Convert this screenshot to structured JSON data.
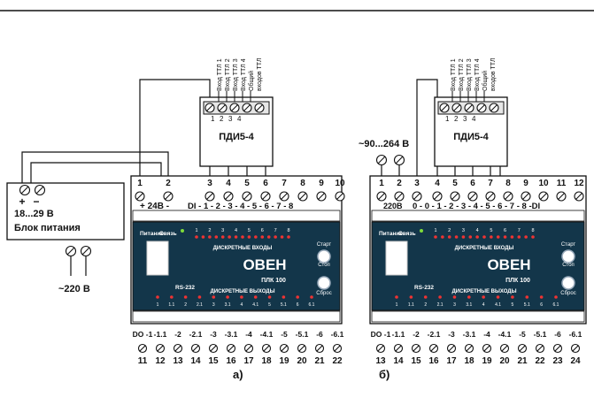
{
  "pdi": {
    "title": "ПДИ5-4",
    "pins": [
      "1",
      "2",
      "3",
      "4"
    ],
    "inputs": [
      "Вход ТТЛ 1",
      "Вход ТТЛ 2",
      "Вход ТТЛ 3",
      "Вход ТТЛ 4",
      "Общий",
      "входов ТТЛ"
    ]
  },
  "psu": {
    "plus": "+",
    "minus": "−",
    "voltage": "18...29 В",
    "name": "Блок питания",
    "mains": "~220 В"
  },
  "plc": {
    "panel_left_1": "Питание",
    "panel_left_2": "Связь",
    "di_caption": "ДИСКРЕТНЫЕ ВХОДЫ",
    "do_caption": "ДИСКРЕТНЫЕ ВЫХОДЫ",
    "brand": "ОВЕН",
    "model": "ПЛК 100",
    "rs": "RS-232",
    "start": "Старт",
    "stop": "Стоп",
    "reset": "Сброс",
    "di_nums": [
      "1",
      "2",
      "3",
      "4",
      "5",
      "6",
      "7",
      "8"
    ],
    "do_nums": [
      "1",
      "1.1",
      "2",
      "2.1",
      "3",
      "3.1",
      "4",
      "4.1",
      "5",
      "5.1",
      "6",
      "6.1"
    ]
  },
  "diagram_a": {
    "top_numbers": [
      "1",
      "2",
      "3",
      "4",
      "5",
      "6",
      "7",
      "8",
      "9",
      "10"
    ],
    "power_label": "+ 24В -",
    "di_label": "DI - 1 - 2 - 3 - 4 - 5 - 6 - 7 - 8",
    "bottom_labels": [
      "DO -1",
      "-1.1",
      "-2",
      "-2.1",
      "-3",
      "-3.1",
      "-4",
      "-4.1",
      "-5",
      "-5.1",
      "-6",
      "-6.1"
    ],
    "bottom_numbers": [
      "11",
      "12",
      "13",
      "14",
      "15",
      "16",
      "17",
      "18",
      "19",
      "20",
      "21",
      "22"
    ],
    "caption": "а)"
  },
  "diagram_b": {
    "supply": "~90...264 В",
    "top_numbers": [
      "1",
      "2",
      "3",
      "4",
      "5",
      "6",
      "7",
      "8",
      "9",
      "10",
      "11",
      "12"
    ],
    "power_label": "220В",
    "di_label": "0 - 0 - 1 - 2 - 3 - 4 - 5 - 6 - 7 - 8 -DI",
    "bottom_labels": [
      "DO -1",
      "-1.1",
      "-2",
      "-2.1",
      "-3",
      "-3.1",
      "-4",
      "-4.1",
      "-5",
      "-5.1",
      "-6",
      "-6.1"
    ],
    "bottom_numbers": [
      "13",
      "14",
      "15",
      "16",
      "17",
      "18",
      "19",
      "20",
      "21",
      "22",
      "23",
      "24"
    ],
    "caption": "б)"
  }
}
